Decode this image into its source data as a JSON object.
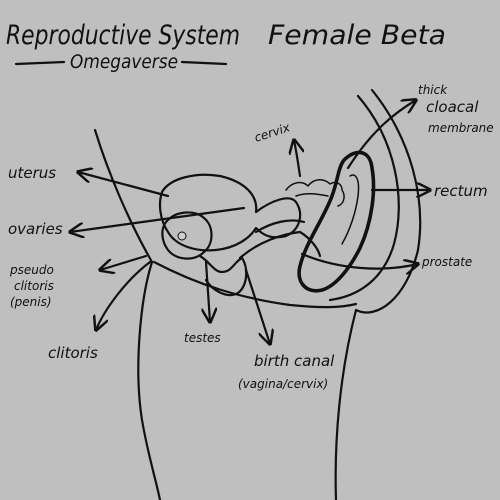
{
  "header": {
    "title": "Reproductive System",
    "subtitle": "Omegaverse",
    "title_right": "Female Beta"
  },
  "labels": {
    "uterus": "uterus",
    "ovaries": "ovaries",
    "pseudo_clitoris_1": "pseudo",
    "pseudo_clitoris_2": "clitoris",
    "pseudo_clitoris_3": "(penis)",
    "clitoris": "clitoris",
    "testes": "testes",
    "birth_canal": "birth canal",
    "birth_canal_sub": "(vagina/cervix)",
    "cervix": "cervix",
    "cloacal_1": "thick",
    "cloacal_2": "cloacal",
    "cloacal_3": "membrane",
    "rectum": "rectum",
    "prostate": "prostate"
  },
  "colors": {
    "background": "#bfbfbf",
    "ink": "#111111"
  }
}
